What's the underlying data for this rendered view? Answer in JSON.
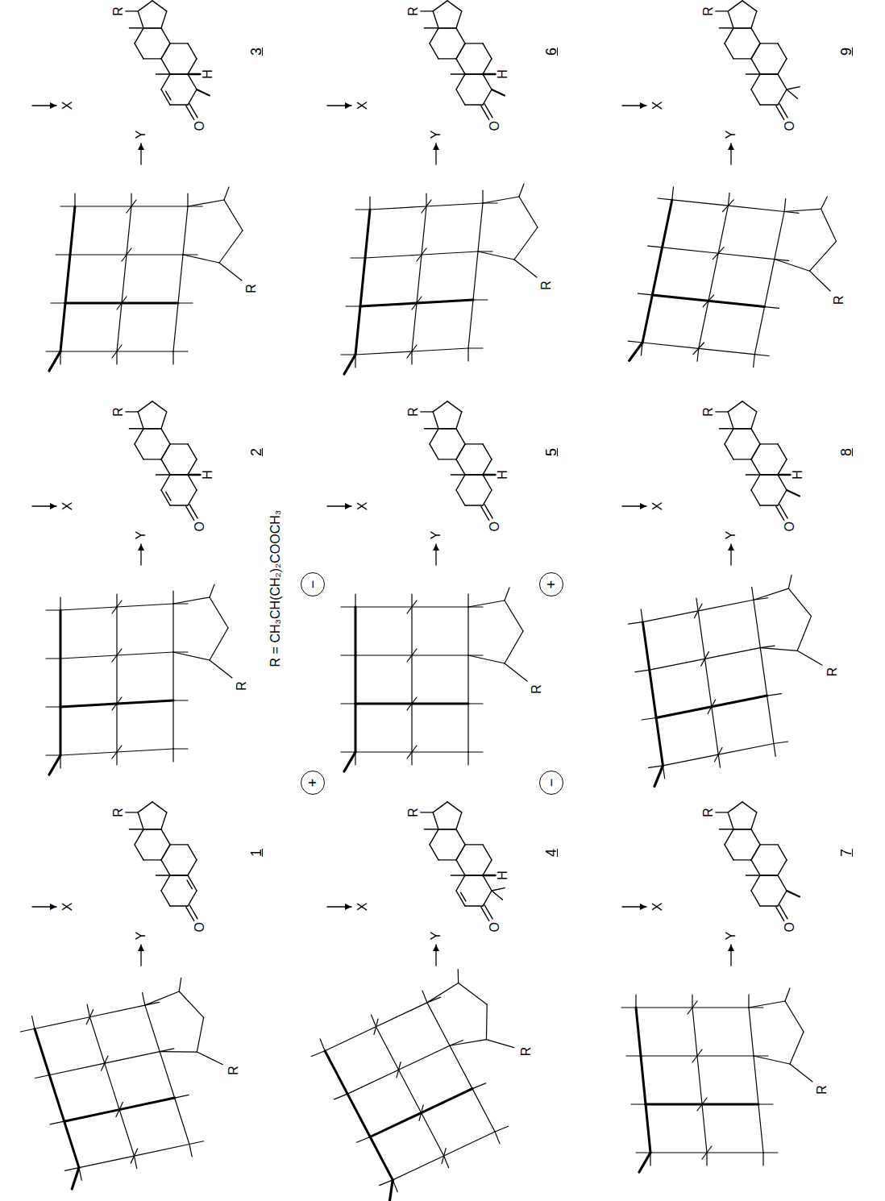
{
  "diagram": {
    "nodes": [
      {
        "text": [
          "+"
        ]
      },
      {
        "text": [
          "−"
        ]
      },
      {
        "text": [
          "−"
        ]
      },
      {
        "text": [
          "+"
        ]
      }
    ],
    "labels": [
      "Y",
      "X",
      "R",
      "R",
      "O",
      "1",
      "Y",
      "X",
      "R",
      "R",
      "O",
      "H",
      "2",
      "Y",
      "X",
      "R",
      "R",
      "O",
      "H",
      "3",
      "Y",
      "X",
      "R",
      "R",
      "O",
      "H",
      "4",
      "Y",
      "X",
      "R",
      "R",
      "O",
      "H",
      "5",
      "Y",
      "X",
      "R",
      "R",
      "O",
      "H",
      "6",
      "Y",
      "X",
      "R",
      "R",
      "O",
      "7",
      "Y",
      "X",
      "R",
      "R",
      "O",
      "H",
      "8",
      "Y",
      "X",
      "R",
      "R",
      "O",
      "9",
      "R = CH₃CH(CH₂)₂COOCH₃"
    ]
  }
}
